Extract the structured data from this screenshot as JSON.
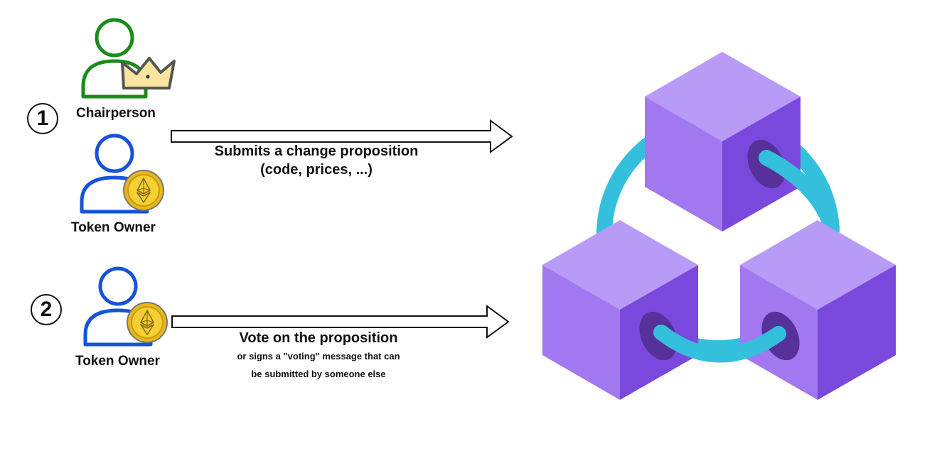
{
  "step1": {
    "number": "1",
    "chairperson_label": "Chairperson",
    "token_owner_label": "Token Owner",
    "action_line1": "Submits a change proposition",
    "action_line2": "(code, prices, ...)"
  },
  "step2": {
    "number": "2",
    "token_owner_label": "Token Owner",
    "action_title": "Vote on the proposition",
    "action_sub1": "or signs a \"voting\" message that can",
    "action_sub2": "be submitted by someone else"
  },
  "icons": {
    "chairperson": "user-with-crown-icon",
    "token_owner": "user-with-ether-coin-icon",
    "blockchain": "linked-blocks-icon"
  },
  "colors": {
    "chairperson_outline": "#1a8c1a",
    "token_owner_outline": "#1553d9",
    "crown_fill": "#fbe3a0",
    "coin_fill": "#f2c521",
    "cube_top": "#b89af7",
    "cube_left": "#a178f0",
    "cube_right": "#7a48dd",
    "chain_link": "#34c0dc",
    "chain_hole": "#553199"
  }
}
